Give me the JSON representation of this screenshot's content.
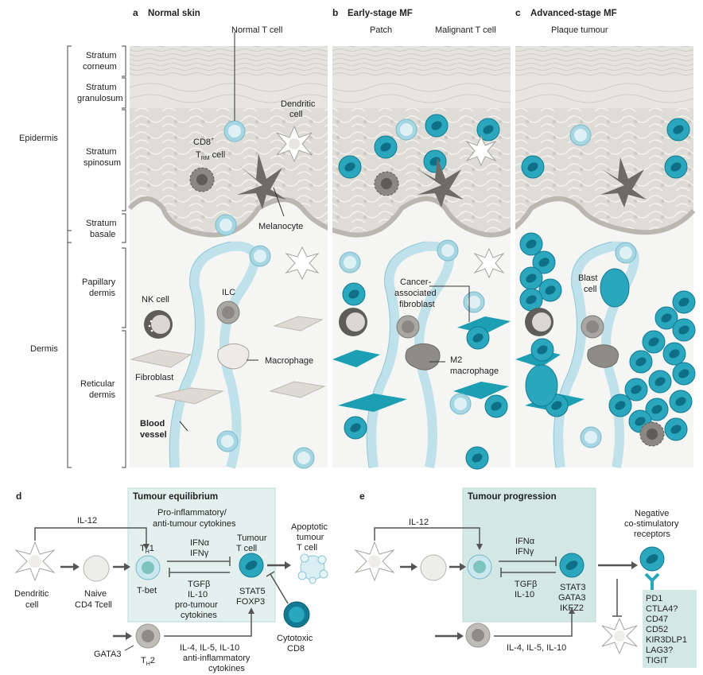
{
  "panel_a": {
    "letter": "a",
    "title": "Normal skin",
    "normal_t_cell": "Normal T cell",
    "dendritic_1": "Dendritic",
    "dendritic_2": "cell",
    "cd8_1": "CD8",
    "cd8_sup": "+",
    "trm_1": "T",
    "trm_sub": "RM",
    "trm_2": " cell",
    "melanocyte": "Melanocyte",
    "nk_cell": "NK cell",
    "ilc": "ILC",
    "macrophage": "Macrophage",
    "fibroblast": "Fibroblast",
    "blood_1": "Blood",
    "blood_2": "vessel"
  },
  "panel_b": {
    "letter": "b",
    "title": "Early-stage MF",
    "patch": "Patch",
    "malignant": "Malignant T cell",
    "caf_1": "Cancer-",
    "caf_2": "associated",
    "caf_3": "fibroblast",
    "m2_1": "M2",
    "m2_2": "macrophage"
  },
  "panel_c": {
    "letter": "c",
    "title": "Advanced-stage MF",
    "plaque": "Plaque tumour",
    "blast_1": "Blast",
    "blast_2": "cell"
  },
  "layers": {
    "corneum_1": "Stratum",
    "corneum_2": "corneum",
    "gran_1": "Stratum",
    "gran_2": "granulosum",
    "spin_1": "Stratum",
    "spin_2": "spinosum",
    "basale_1": "Stratum",
    "basale_2": "basale",
    "pap_1": "Papillary",
    "pap_2": "dermis",
    "ret_1": "Reticular",
    "ret_2": "dermis",
    "epidermis": "Epidermis",
    "dermis": "Dermis"
  },
  "panel_d": {
    "letter": "d",
    "title": "Tumour equilibrium",
    "il12": "IL-12",
    "pro_1": "Pro-inflammatory/",
    "pro_2": "anti-tumour cytokines",
    "th1_t": "T",
    "th1_sub": "H",
    "th1_n": "1",
    "tbet": "T-bet",
    "ifna": "IFNα",
    "ifng": "IFNγ",
    "tgfb": "TGFβ",
    "il10": "IL-10",
    "protum_1": "pro-tumour",
    "protum_2": "cytokines",
    "tumour_1": "Tumour",
    "tumour_2": "T cell",
    "stat5": "STAT5",
    "foxp3": "FOXP3",
    "apop_1": "Apoptotic",
    "apop_2": "tumour",
    "apop_3": "T cell",
    "dc_1": "Dendritic",
    "dc_2": "cell",
    "naive_1": "Naive",
    "naive_2": "CD4 Tcell",
    "gata3": "GATA3",
    "th2_t": "T",
    "th2_sub": "H",
    "th2_n": "2",
    "il4": "IL-4, IL-5, IL-10",
    "anti_1": "anti-inflammatory",
    "anti_2": "cytokines",
    "cyto_1": "Cytotoxic",
    "cyto_2": "CD8"
  },
  "panel_e": {
    "letter": "e",
    "title": "Tumour progression",
    "il12": "IL-12",
    "ifna": "IFNα",
    "ifng": "IFNγ",
    "tgfb": "TGFβ",
    "il10": "IL-10",
    "stat3": "STAT3",
    "gata3": "GATA3",
    "ikfz2": "IKFZ2",
    "il4": "IL-4, IL-5, IL-10",
    "neg_1": "Negative",
    "neg_2": "co-stimulatory",
    "neg_3": "receptors",
    "receptors": [
      "PD1",
      "CTLA4?",
      "CD47",
      "CD52",
      "KIR3DLP1",
      "LAG3?",
      "TIGIT"
    ]
  },
  "colors": {
    "teal": "#2aa7bd",
    "pale_teal": "#cfe9ee",
    "box": "#e3f0ee",
    "grey": "#9a9a98",
    "tumour": "#1f8fae"
  }
}
